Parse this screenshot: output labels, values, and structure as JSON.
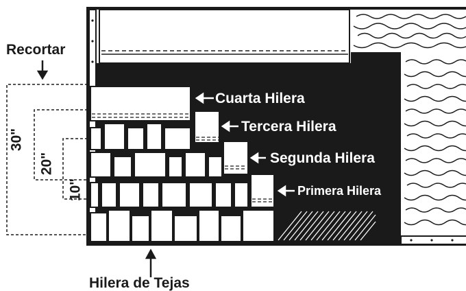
{
  "labels": {
    "recortar": "Recortar",
    "cuarta": "Cuarta Hilera",
    "tercera": "Tercera Hilera",
    "segunda": "Segunda Hilera",
    "primera": "Primera Hilera",
    "base": "Hilera de Tejas",
    "m30": "30\"",
    "m20": "20\"",
    "m10": "10\""
  },
  "colors": {
    "ink": "#1a1a1a",
    "paper": "#ffffff"
  }
}
